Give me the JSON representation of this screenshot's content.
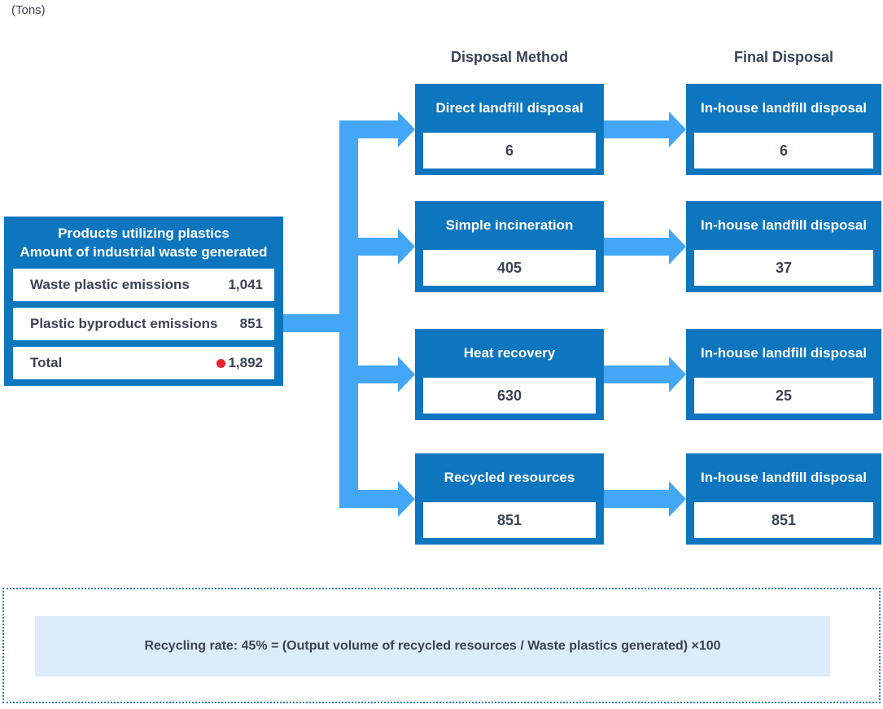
{
  "unit_label": "(Tons)",
  "headers": {
    "disposal_method": "Disposal Method",
    "final_disposal": "Final Disposal"
  },
  "source": {
    "title_line1": "Products utilizing plastics",
    "title_line2": "Amount of industrial waste generated",
    "rows": [
      {
        "label": "Waste plastic emissions",
        "value": "1,041"
      },
      {
        "label": "Plastic byproduct emissions",
        "value": "851"
      },
      {
        "label": "Total",
        "value": "1,892",
        "marker": "red-dot"
      }
    ]
  },
  "flows": [
    {
      "method": "Direct landfill disposal",
      "method_value": "6",
      "final": "In-house landfill disposal",
      "final_value": "6"
    },
    {
      "method": "Simple incineration",
      "method_value": "405",
      "final": "In-house landfill disposal",
      "final_value": "37"
    },
    {
      "method": "Heat recovery",
      "method_value": "630",
      "final": "In-house landfill disposal",
      "final_value": "25"
    },
    {
      "method": "Recycled resources",
      "method_value": "851",
      "final": "In-house landfill disposal",
      "final_value": "851"
    }
  ],
  "footnote": {
    "text": "Recycling rate: 45% = (Output volume of recycled resources / Waste plastics generated) ×100"
  },
  "colors": {
    "box_blue": "#0d76be",
    "arrow_blue": "#44a6f7",
    "text_dark": "#3a4353",
    "marker_red": "#e7212e",
    "note_band_bg": "#ddecfa",
    "note_border_blue": "#2a7cbe"
  }
}
